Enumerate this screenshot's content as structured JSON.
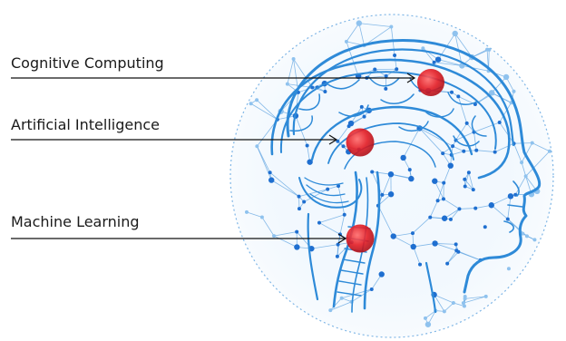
{
  "labels": {
    "cognitive_computing": "Cognitive Computing",
    "artificial_intelligence": "Artificial Intelligence",
    "machine_learning": "Machine Learning"
  },
  "colors": {
    "network_blue": "#1f6fd0",
    "network_light": "#8fc2ee",
    "brain_blue": "#2e8ad8",
    "marker_red": "#e31b23",
    "leader_line": "#111111",
    "text": "#1a1a1a"
  }
}
